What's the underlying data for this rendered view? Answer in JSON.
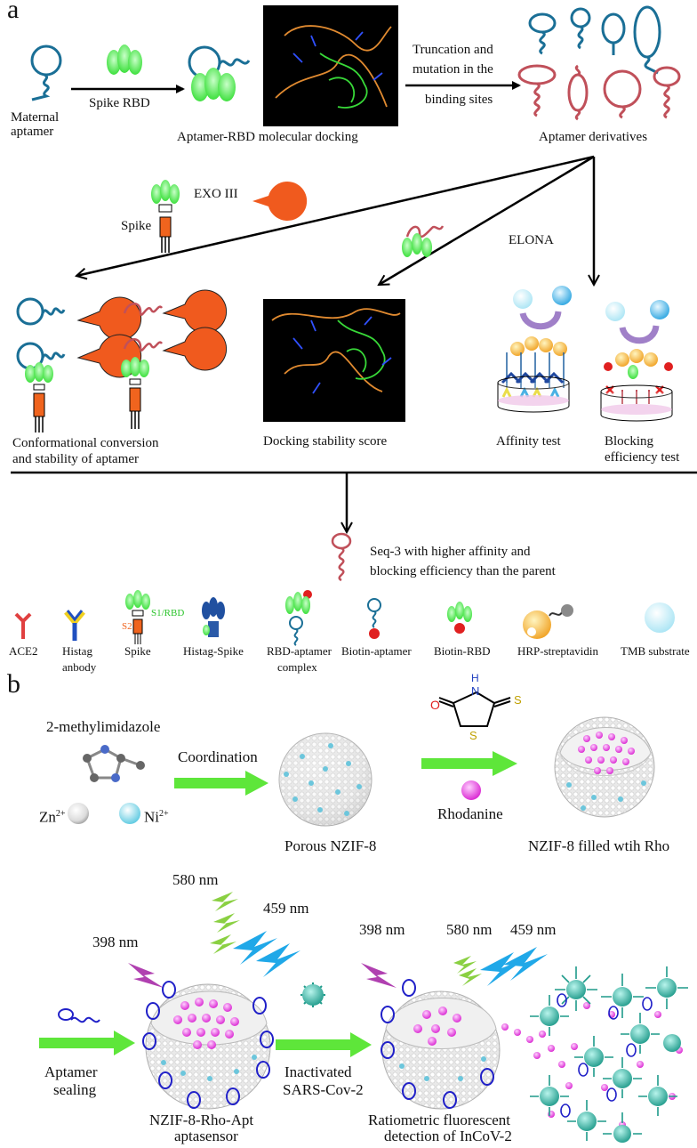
{
  "panels": {
    "a": "a",
    "b": "b"
  },
  "panel_a": {
    "maternal_aptamer": [
      "Maternal",
      "aptamer"
    ],
    "spike_rbd": "Spike RBD",
    "docking_caption": "Aptamer-RBD molecular docking",
    "truncation": [
      "Truncation  and",
      "mutation in the",
      "binding sites"
    ],
    "aptamer_derivatives": "Aptamer derivatives",
    "spike": "Spike",
    "exo": "EXO III",
    "elona": "ELONA",
    "conformational": [
      "Conformational conversion",
      "and stability of aptamer"
    ],
    "docking_stability": "Docking stability score",
    "affinity_test": "Affinity test",
    "blocking_test": [
      "Blocking",
      "efficiency test"
    ],
    "seq3": [
      "Seq-3 with higher affinity and",
      "blocking efficiency than the parent"
    ]
  },
  "legend": {
    "ace2": "ACE2",
    "histag_antibody": [
      "Histag",
      "anbody"
    ],
    "spike": "Spike",
    "s2": "S2",
    "s1rbd": "S1/RBD",
    "histag_spike": "Histag-Spike",
    "rbd_aptamer": [
      "RBD-aptamer",
      "complex"
    ],
    "biotin_aptamer": "Biotin-aptamer",
    "biotin_rbd": "Biotin-RBD",
    "hrp": "HRP-streptavidin",
    "tmb": "TMB substrate"
  },
  "panel_b": {
    "methylimidazole": "2-methylimidazole",
    "zn": "Zn",
    "ni": "Ni",
    "charge": "2+",
    "coordination": "Coordination",
    "porous": "Porous NZIF-8",
    "rhodanine": "Rhodanine",
    "rho_atoms": {
      "o": "O",
      "h": "H",
      "n": "N",
      "s1": "S",
      "s2": "S"
    },
    "filled": "NZIF-8 filled wtih Rho",
    "nm580": "580 nm",
    "nm459": "459 nm",
    "nm398": "398 nm",
    "aptamer_sealing": [
      "Aptamer",
      "sealing"
    ],
    "inactivated": [
      "Inactivated",
      "SARS-Cov-2"
    ],
    "aptasensor": [
      "NZIF-8-Rho-Apt",
      "aptasensor"
    ],
    "ratiometric": [
      "Ratiometric fluorescent",
      "detection of InCoV-2"
    ]
  },
  "colors": {
    "aptamer_blue": "#1a6f96",
    "aptamer_red": "#c0505a",
    "rbd_green": "#4ee24e",
    "exo_orange": "#f05a1e",
    "arrow_green": "#5ee63a",
    "magenta": "#e040d8",
    "cyan": "#7fd6e6"
  }
}
